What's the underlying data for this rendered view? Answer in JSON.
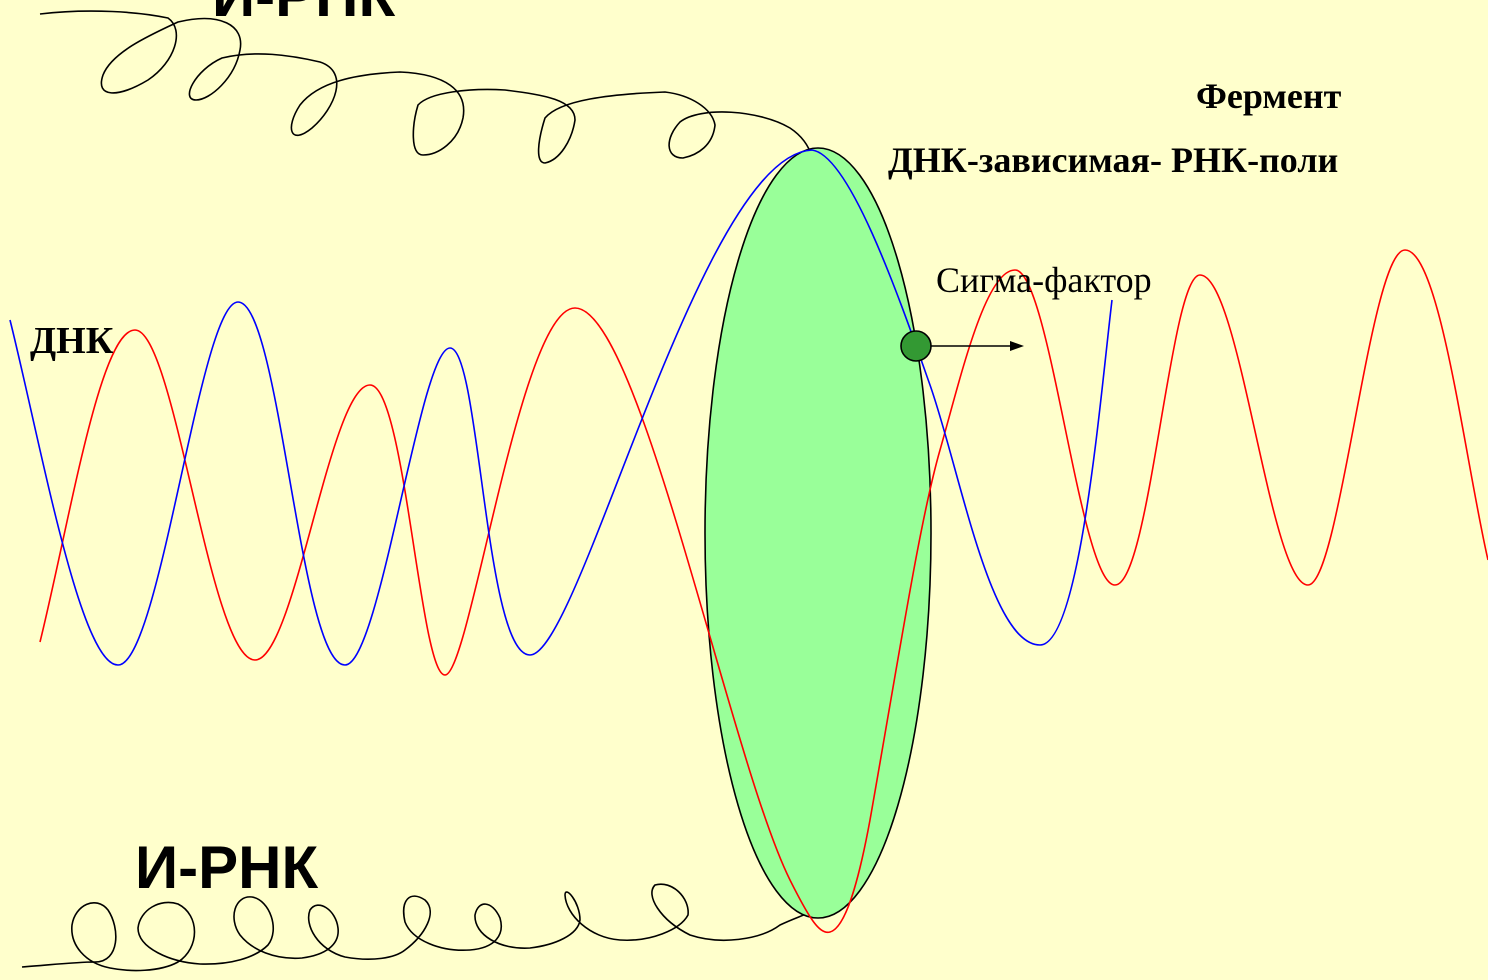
{
  "labels": {
    "mrna_top": "И-РНК",
    "mrna_bottom": "И-РНК",
    "dna": "ДНК",
    "enzyme_line1": "Фермент",
    "enzyme_line2": "ДНК-зависимая- РНК-поли",
    "sigma_factor": "Сигма-фактор"
  },
  "colors": {
    "background": "#FFFFCC",
    "dna_strand_blue": "#0000FF",
    "dna_strand_red": "#FF0000",
    "polymerase_fill": "#99FF99",
    "sigma_dot": "#339933",
    "mrna_line": "#000000"
  }
}
